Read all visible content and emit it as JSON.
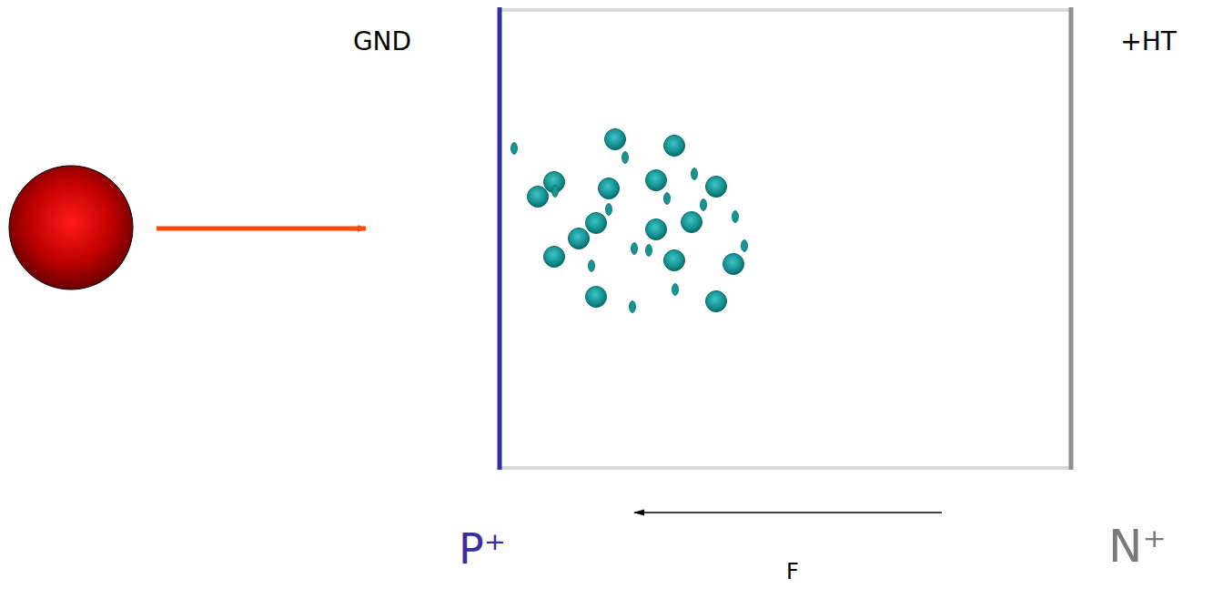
{
  "diagram": {
    "labels": [
      "GND",
      "+HT",
      "P⁺",
      "N⁺",
      "F"
    ]
  }
}
